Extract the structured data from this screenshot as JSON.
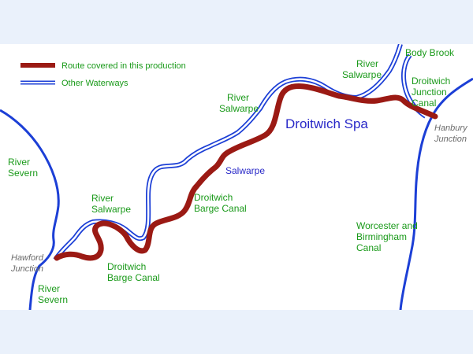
{
  "legend": {
    "route_label": "Route covered in this production",
    "other_label": "Other Waterways"
  },
  "colors": {
    "route": "#9b1a14",
    "waterway": "#1c3fd6",
    "label_green": "#1a9a1a",
    "label_gray": "#6a6a6a",
    "label_blue": "#2929c8",
    "page_background": "#eaf1fb"
  },
  "labels": {
    "river_severn_north": [
      "River",
      "Severn"
    ],
    "river_severn_south": [
      "River",
      "Severn"
    ],
    "hawford_junction": [
      "Hawford",
      "Junction"
    ],
    "river_salwarpe_west": [
      "River",
      "Salwarpe"
    ],
    "droitwich_barge_canal_south": [
      "Droitwich",
      "Barge Canal"
    ],
    "droitwich_barge_canal_mid": [
      "Droitwich",
      "Barge Canal"
    ],
    "salwarpe": "Salwarpe",
    "river_salwarpe_mid": [
      "River",
      "Salwarpe"
    ],
    "droitwich_spa": "Droitwich Spa",
    "river_salwarpe_east": [
      "River",
      "Salwarpe"
    ],
    "body_brook": "Body Brook",
    "droitwich_junction_canal": [
      "Droitwich",
      "Junction",
      "Canal"
    ],
    "hanbury_junction": [
      "Hanbury",
      "Junction"
    ],
    "worcester_birmingham_canal": [
      "Worcester and",
      "Birmingham",
      "Canal"
    ]
  }
}
